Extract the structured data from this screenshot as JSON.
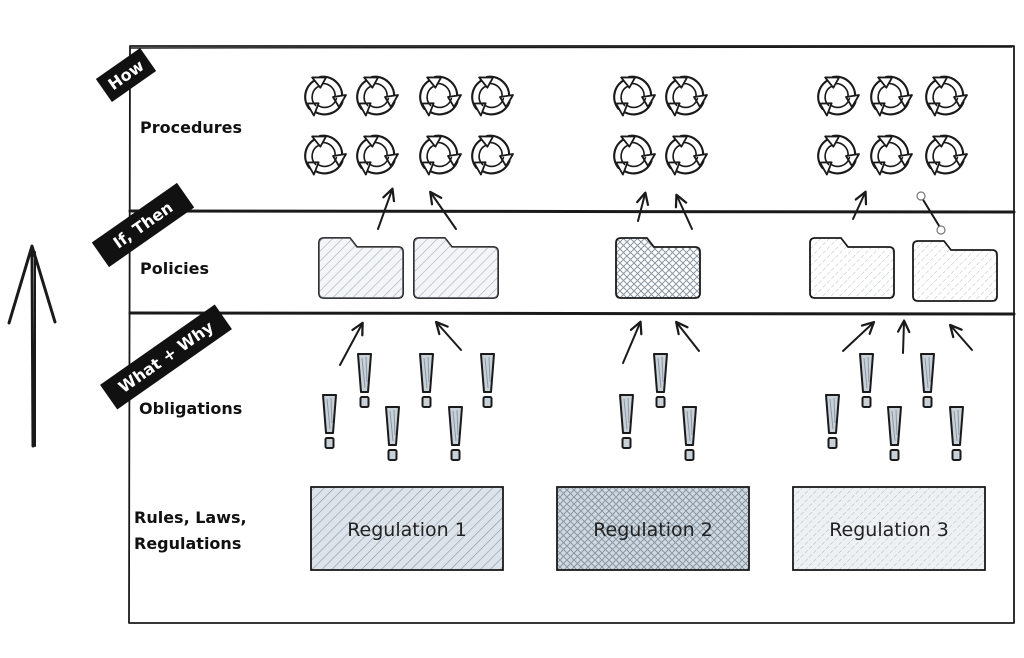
{
  "layers": {
    "procedures": {
      "tag": "How",
      "label": "Procedures"
    },
    "policies": {
      "tag": "If, Then",
      "label": "Policies"
    },
    "obligations": {
      "tag": "What + Why",
      "label": "Obligations"
    },
    "rules": {
      "label_line1": "Rules, Laws,",
      "label_line2": "Regulations"
    }
  },
  "regulations": [
    {
      "label": "Regulation 1",
      "fill": "#dde3ea"
    },
    {
      "label": "Regulation 2",
      "fill": "#cfd9e1"
    },
    {
      "label": "Regulation 3",
      "fill": "#eef1f4"
    }
  ],
  "icons": {
    "procedure": "cycle-arrows-icon",
    "policy": "folder-icon",
    "obligation": "exclamation-icon",
    "direction": "up-arrow-icon"
  },
  "colors": {
    "ink": "#1a1a1a",
    "tag_bg": "#111111",
    "hatch": "#8a97a3"
  }
}
